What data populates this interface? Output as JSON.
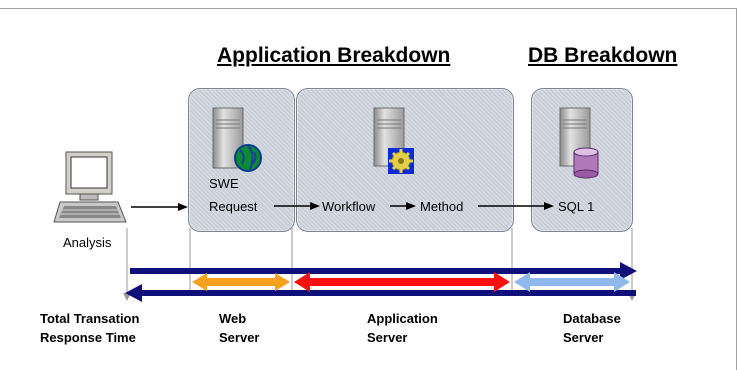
{
  "headings": {
    "application": "Application Breakdown",
    "database": "DB Breakdown"
  },
  "components": {
    "client_label": "Analysis",
    "swe_line1": "SWE",
    "swe_line2": "Request",
    "workflow": "Workflow",
    "method": "Method",
    "sql": "SQL 1"
  },
  "timeline_labels": {
    "total_line1": "Total Transation",
    "total_line2": "Response Time",
    "web_line1": "Web",
    "web_line2": "Server",
    "app_line1": "Application",
    "app_line2": "Server",
    "db_line1": "Database",
    "db_line2": "Server"
  },
  "colors": {
    "total_arrow": "#10107a",
    "web_segment": "#f7a21e",
    "app_segment": "#ff1010",
    "db_segment": "#8fb8ec",
    "panel": "#c8ced8"
  },
  "icons": {
    "client": "computer-icon",
    "web_server": "server-globe-icon",
    "app_server": "server-gear-icon",
    "db_server": "server-database-icon"
  }
}
